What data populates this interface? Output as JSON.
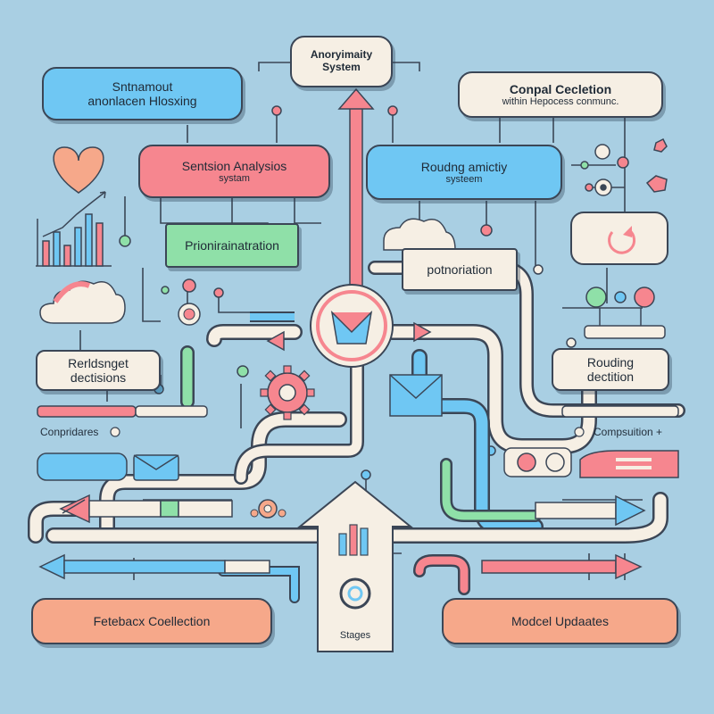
{
  "nodes": {
    "anonymity": {
      "line1": "Anoryimaity",
      "line2": "System"
    },
    "sentiment_top": {
      "line1": "Sntnamout",
      "line2": "anonlacen Hlosxing"
    },
    "complaint": {
      "line1": "Conpal Cecletion",
      "line2": "within Hepocess conmunc."
    },
    "sentiment_analysis": {
      "line1": "Sentsion Analysios",
      "line2": "systam"
    },
    "routing_ambiguity": {
      "line1": "Roudng amictiy",
      "line2": "systeem"
    },
    "prioritization_green": {
      "label": "Prionirainatration"
    },
    "potnoriation": {
      "label": "potnoriation"
    },
    "routing_decisions_left": {
      "line1": "Rerldsnget",
      "line2": "dectisions"
    },
    "routing_decision_right": {
      "line1": "Rouding",
      "line2": "dectition"
    },
    "feedback": {
      "label": "Fetebacx Coellection"
    },
    "model_updates": {
      "label": "Modcel Updaates"
    },
    "stages": {
      "label": "Stages"
    }
  },
  "side_labels": {
    "left": "Conpridares",
    "right": "Compsuition +"
  },
  "colors": {
    "background": "#a9cfe3",
    "blue": "#6fc7f3",
    "pink": "#f6868f",
    "green": "#8fe0a8",
    "peach": "#f6a88a",
    "cream": "#f6efe4",
    "outline": "#3b4656"
  },
  "icons": [
    "heart-icon",
    "bar-chart-icon",
    "cloud-icon",
    "gear-icon",
    "envelope-icon",
    "mail-hub-icon",
    "refresh-icon",
    "network-icon"
  ]
}
